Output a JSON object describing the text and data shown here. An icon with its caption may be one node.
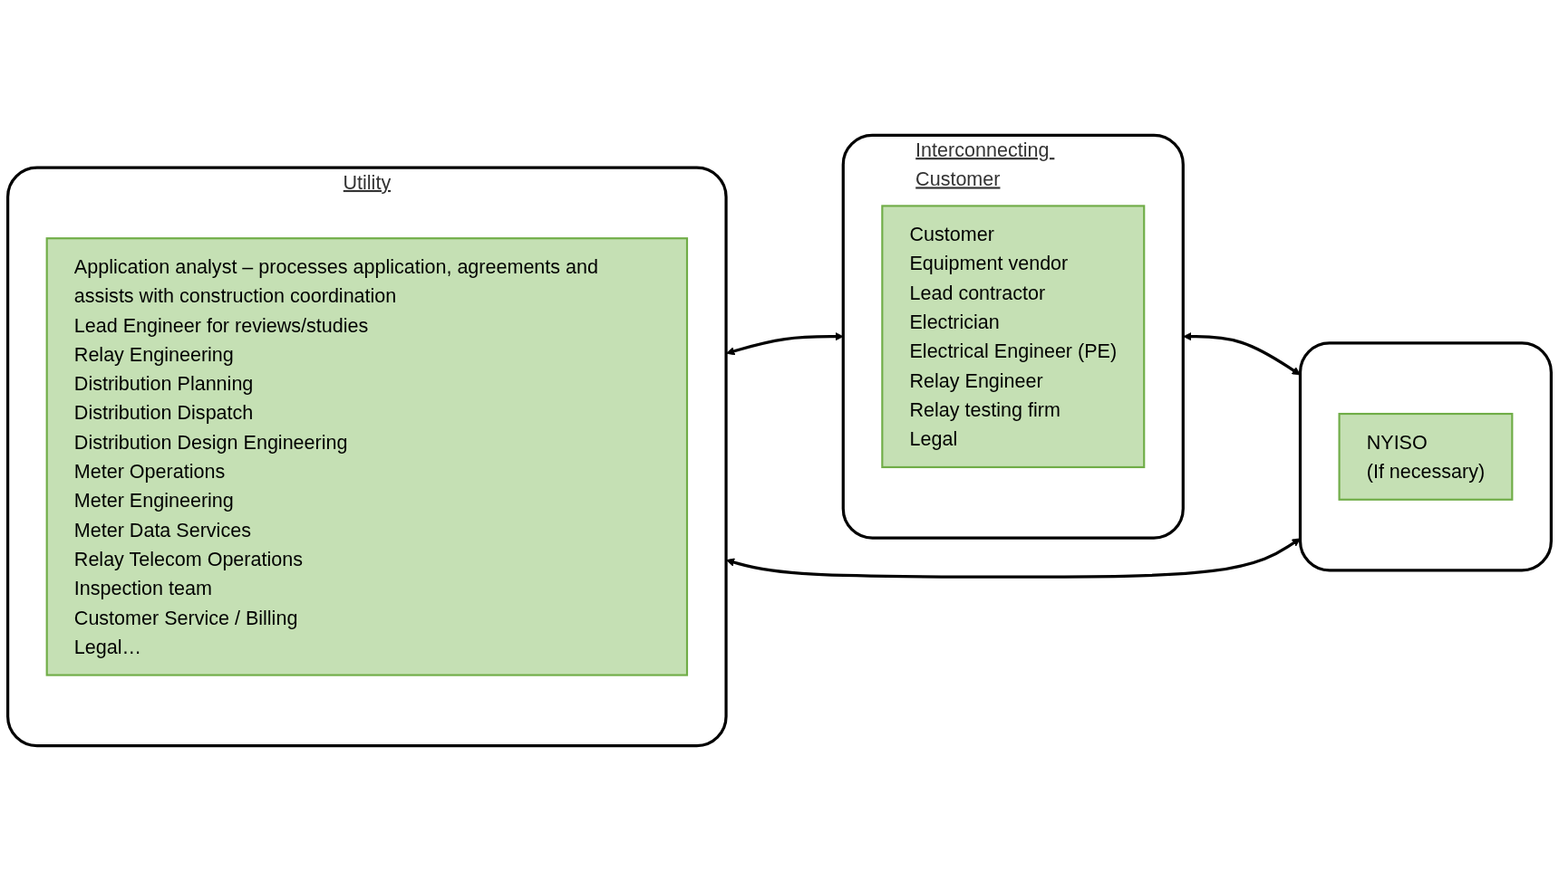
{
  "diagram": {
    "nodes": [
      {
        "text": [
          "Utility"
        ]
      },
      {
        "text": [
          "Application analyst – processes application, agreements and assists with construction coordination",
          "Lead Engineer for reviews/studies",
          "Relay Engineering",
          "Distribution Planning",
          "Distribution Dispatch",
          "Distribution Design Engineering",
          "Meter Operations",
          "Meter Engineering",
          "Meter Data Services",
          "Relay Telecom Operations",
          "Inspection team",
          "Customer Service / Billing",
          "Legal…"
        ],
        "in": 0
      },
      {
        "text": [
          "Interconnecting Customer"
        ]
      },
      {
        "text": [
          "Customer",
          "Equipment vendor",
          "Lead contractor",
          "Electrician",
          "Electrical Engineer (PE)",
          "Relay Engineer",
          "Relay testing firm",
          "Legal"
        ],
        "in": 2
      },
      {
        "text": [],
        "shape": "box"
      },
      {
        "text": [
          "NYISO",
          "(If necessary)"
        ],
        "in": 4
      }
    ],
    "edges": [
      {
        "from": 0,
        "to": 2,
        "arrow": "both"
      },
      {
        "from": 2,
        "to": 4,
        "arrow": "both"
      },
      {
        "from": 0,
        "to": 4,
        "arrow": "both"
      }
    ]
  }
}
